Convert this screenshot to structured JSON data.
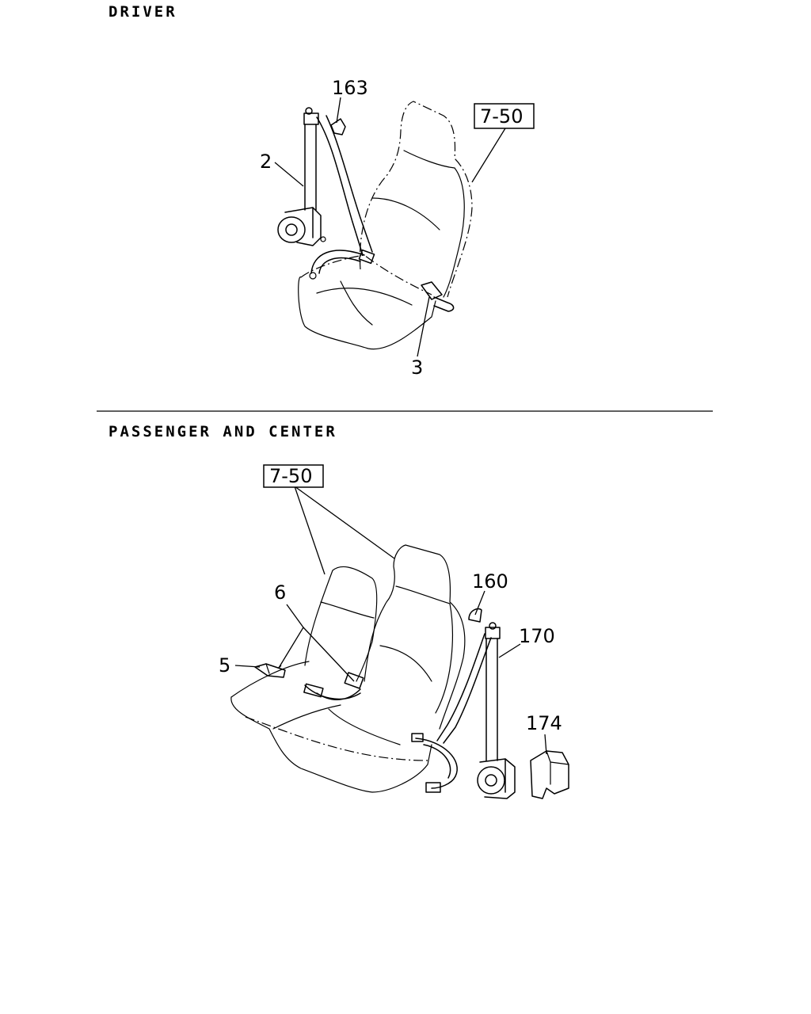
{
  "sections": [
    {
      "title": "DRIVER",
      "callouts": [
        {
          "label": "163"
        },
        {
          "label": "7-50",
          "boxed": true
        },
        {
          "label": "2"
        },
        {
          "label": "3"
        }
      ]
    },
    {
      "title": "PASSENGER AND CENTER",
      "callouts": [
        {
          "label": "7-50",
          "boxed": true
        },
        {
          "label": "6"
        },
        {
          "label": "160"
        },
        {
          "label": "170"
        },
        {
          "label": "5"
        },
        {
          "label": "174"
        }
      ]
    }
  ]
}
